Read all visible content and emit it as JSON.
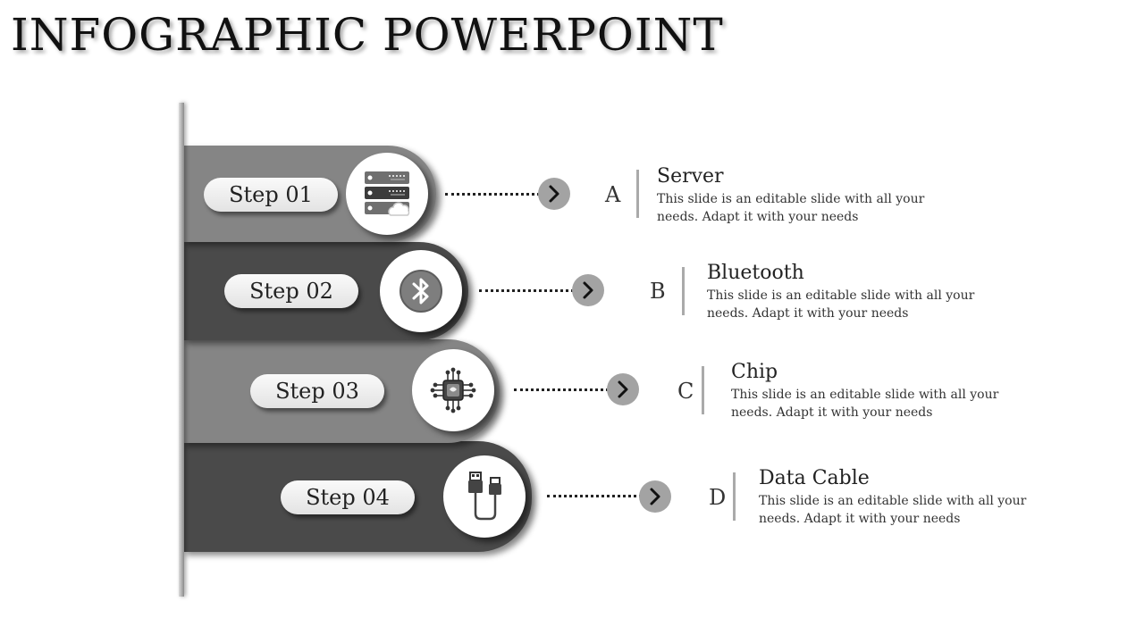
{
  "title": "INFOGRAPHIC POWERPOINT",
  "colors": {
    "band_light": "#858585",
    "band_dark": "#4a4a4a",
    "arrow": "#a3a3a3"
  },
  "steps": [
    {
      "label": "Step 01",
      "letter": "A",
      "heading": "Server",
      "description": "This slide is an editable slide with all your needs. Adapt it with your needs",
      "icon": "server-cloud-icon"
    },
    {
      "label": "Step 02",
      "letter": "B",
      "heading": "Bluetooth",
      "description": "This slide is an editable slide with all your needs. Adapt it with your needs",
      "icon": "bluetooth-icon"
    },
    {
      "label": "Step 03",
      "letter": "C",
      "heading": "Chip",
      "description": "This slide is an editable slide with all your needs. Adapt it with your needs",
      "icon": "chip-icon"
    },
    {
      "label": "Step 04",
      "letter": "D",
      "heading": "Data Cable",
      "description": "This slide is an editable slide with all your needs. Adapt it with your needs",
      "icon": "usb-cable-icon"
    }
  ]
}
